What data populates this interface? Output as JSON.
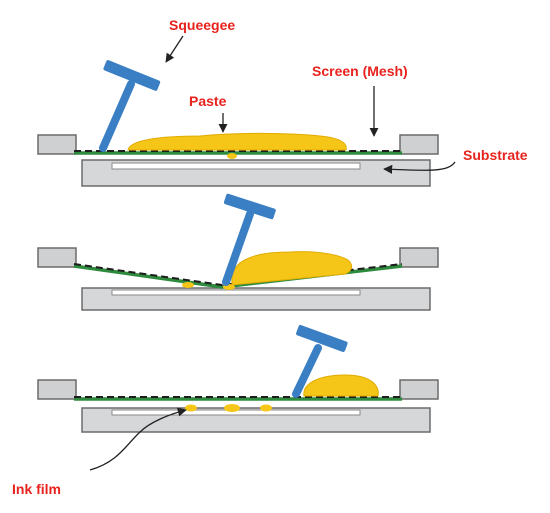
{
  "labels": {
    "squeegee": "Squeegee",
    "paste": "Paste",
    "screen": "Screen (Mesh)",
    "substrate": "Substrate",
    "ink_film": "Ink film"
  },
  "colors": {
    "label_red": "#e8231e",
    "paste_yellow": "#f5c518",
    "squeegee_blue": "#3a7fc4",
    "mesh_green": "#2e8b3e",
    "frame_gray": "#cfd0d2",
    "substrate_gray": "#d6d7d9",
    "outline": "#6b6b6b"
  },
  "stages": [
    {
      "name": "stage-1-paste-on-screen"
    },
    {
      "name": "stage-2-squeegee-pressing"
    },
    {
      "name": "stage-3-ink-film-deposited"
    }
  ]
}
